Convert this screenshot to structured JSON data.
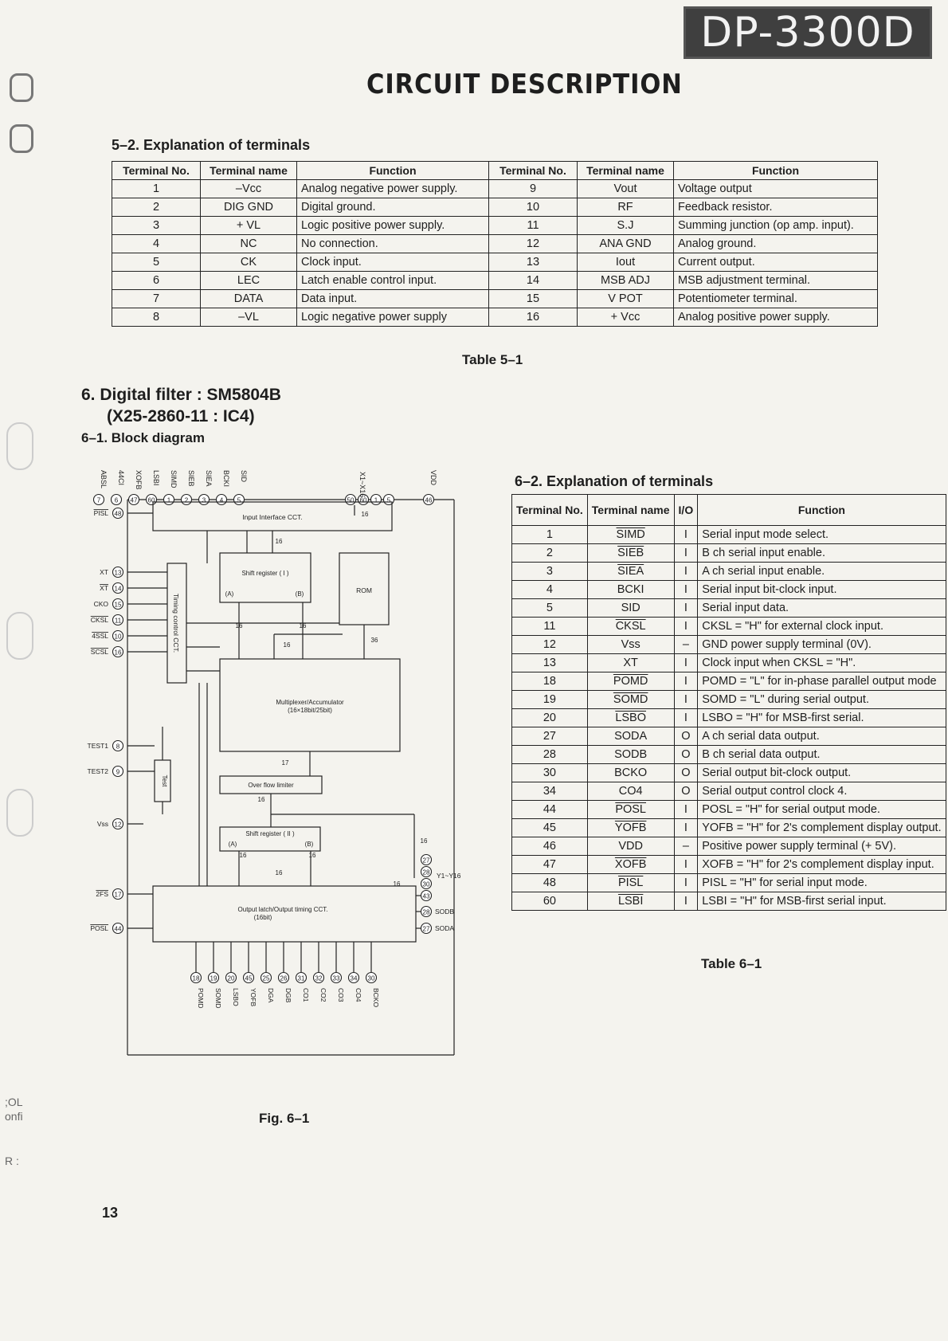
{
  "header": {
    "model": "DP-3300D",
    "title": "CIRCUIT DESCRIPTION"
  },
  "section_5_2": {
    "heading": "5–2. Explanation of terminals",
    "columns": [
      "Terminal No.",
      "Terminal name",
      "Function",
      "Terminal No.",
      "Terminal name",
      "Function"
    ],
    "rows": [
      [
        "1",
        "–Vcc",
        "Analog negative power supply.",
        "9",
        "Vout",
        "Voltage output"
      ],
      [
        "2",
        "DIG GND",
        "Digital ground.",
        "10",
        "RF",
        "Feedback resistor."
      ],
      [
        "3",
        "+ VL",
        "Logic positive power supply.",
        "11",
        "S.J",
        "Summing junction (op amp. input)."
      ],
      [
        "4",
        "NC",
        "No connection.",
        "12",
        "ANA GND",
        "Analog ground."
      ],
      [
        "5",
        "CK",
        "Clock input.",
        "13",
        "Iout",
        "Current output."
      ],
      [
        "6",
        "LEC",
        "Latch enable control input.",
        "14",
        "MSB ADJ",
        "MSB adjustment terminal."
      ],
      [
        "7",
        "DATA",
        "Data input.",
        "15",
        "V POT",
        "Potentiometer terminal."
      ],
      [
        "8",
        "–VL",
        "Logic negative power supply",
        "16",
        "+ Vcc",
        "Analog positive power supply."
      ]
    ],
    "caption": "Table 5–1"
  },
  "section_6": {
    "heading_line1": "6. Digital filter : SM5804B",
    "heading_line2": "(X25-2860-11 : IC4)",
    "sub_heading": "6–1. Block diagram",
    "figure_caption": "Fig. 6–1"
  },
  "diagram": {
    "top_pins": [
      {
        "name": "ABSL",
        "num": "7"
      },
      {
        "name": "44CI",
        "num": "6"
      },
      {
        "name": "XOFB",
        "num": "47"
      },
      {
        "name": "LSBI",
        "num": "60"
      },
      {
        "name": "SIMD",
        "num": "1"
      },
      {
        "name": "SIEB",
        "num": "2"
      },
      {
        "name": "SIEA",
        "num": "3"
      },
      {
        "name": "BCKI",
        "num": "4"
      },
      {
        "name": "SID",
        "num": "5"
      }
    ],
    "top_bus": {
      "name": "X1~X16",
      "num_a": "50",
      "num_b": "60",
      "num_c": "1",
      "num_d": "5",
      "width": "16"
    },
    "vdd": {
      "name": "VDD",
      "num": "46"
    },
    "left_pins": [
      {
        "name": "PISL",
        "num": "48",
        "over": true
      },
      {
        "name": "XT",
        "num": "13",
        "over": false
      },
      {
        "name": "XT",
        "num": "14",
        "over": true
      },
      {
        "name": "CKO",
        "num": "15",
        "over": false
      },
      {
        "name": "CKSL",
        "num": "11",
        "over": true
      },
      {
        "name": "4SSL",
        "num": "10",
        "over": true
      },
      {
        "name": "SCSL",
        "num": "16",
        "over": true
      },
      {
        "name": "TEST1",
        "num": "8",
        "over": false
      },
      {
        "name": "TEST2",
        "num": "9",
        "over": false
      },
      {
        "name": "Vss",
        "num": "12",
        "over": false
      },
      {
        "name": "2FS",
        "num": "17",
        "over": true
      },
      {
        "name": "POSL",
        "num": "44",
        "over": true
      }
    ],
    "blocks": {
      "input": "Input Interface CCT.",
      "timing": "Timing control CCT.",
      "shift1": "Shift register ( I )",
      "shift1_a": "(A)",
      "shift1_b": "(B)",
      "rom": "ROM",
      "mult_line1": "Multiplexer/Accumulator",
      "mult_line2": "(16×18bit/25bit)",
      "test": "Test",
      "overflow": "Over flow limiter",
      "shift2": "Shift register ( II )",
      "shift2_a": "(A)",
      "shift2_b": "(B)",
      "output_line1": "Output latch/Output timing CCT.",
      "output_line2": "(16bit)"
    },
    "bus_labels": [
      "16",
      "16",
      "16",
      "16",
      "36",
      "17",
      "16",
      "16",
      "16",
      "16",
      "16",
      "16"
    ],
    "right_pins": [
      {
        "name": "",
        "num": "27"
      },
      {
        "name": "",
        "num": "28"
      },
      {
        "name": "",
        "num": "30"
      },
      {
        "name": "",
        "num": "43"
      },
      {
        "name": "SODB",
        "num": "28"
      },
      {
        "name": "SODA",
        "num": "27"
      }
    ],
    "y_bus": "Y1~Y16",
    "bottom_pins": [
      {
        "name": "POMD",
        "num": "18"
      },
      {
        "name": "SOMD",
        "num": "19"
      },
      {
        "name": "LSBO",
        "num": "20"
      },
      {
        "name": "YOFB",
        "num": "45"
      },
      {
        "name": "DGA",
        "num": "25"
      },
      {
        "name": "DGB",
        "num": "26"
      },
      {
        "name": "CO1",
        "num": "31"
      },
      {
        "name": "CO2",
        "num": "32"
      },
      {
        "name": "CO3",
        "num": "33"
      },
      {
        "name": "CO4",
        "num": "34"
      },
      {
        "name": "BCKO",
        "num": "30"
      }
    ]
  },
  "section_6_2": {
    "heading": "6–2. Explanation of terminals",
    "columns": [
      "Terminal No.",
      "Terminal name",
      "I/O",
      "Function"
    ],
    "rows": [
      [
        "1",
        "SIMD",
        "I",
        "Serial input mode select."
      ],
      [
        "2",
        "SIEB",
        "I",
        "B ch serial input enable."
      ],
      [
        "3",
        "SIEA",
        "I",
        "A ch serial input enable."
      ],
      [
        "4",
        "BCKI",
        "I",
        "Serial input bit-clock input."
      ],
      [
        "5",
        "SID",
        "I",
        "Serial input data."
      ],
      [
        "11",
        "CKSL",
        "I",
        "CKSL = \"H\" for external clock input."
      ],
      [
        "12",
        "Vss",
        "–",
        "GND power supply terminal (0V)."
      ],
      [
        "13",
        "XT",
        "I",
        "Clock input when CKSL = \"H\"."
      ],
      [
        "18",
        "POMD",
        "I",
        "POMD = \"L\" for in-phase parallel output mode"
      ],
      [
        "19",
        "SOMD",
        "I",
        "SOMD = \"L\" during serial output."
      ],
      [
        "20",
        "LSBO",
        "I",
        "LSBO = \"H\" for MSB-first serial."
      ],
      [
        "27",
        "SODA",
        "O",
        "A ch serial data output."
      ],
      [
        "28",
        "SODB",
        "O",
        "B ch serial data output."
      ],
      [
        "30",
        "BCKO",
        "O",
        "Serial output bit-clock output."
      ],
      [
        "34",
        "CO4",
        "O",
        "Serial output control clock 4."
      ],
      [
        "44",
        "POSL",
        "I",
        "POSL = \"H\" for serial output mode."
      ],
      [
        "45",
        "YOFB",
        "I",
        "YOFB = \"H\" for 2's complement display output."
      ],
      [
        "46",
        "VDD",
        "–",
        "Positive power supply terminal (+ 5V)."
      ],
      [
        "47",
        "XOFB",
        "I",
        "XOFB = \"H\" for 2's complement display input."
      ],
      [
        "48",
        "PISL",
        "I",
        "PISL = \"H\" for serial input mode."
      ],
      [
        "60",
        "LSBI",
        "I",
        "LSBI = \"H\" for MSB-first serial input."
      ]
    ],
    "caption": "Table 6–1"
  },
  "margin_fragments": [
    ";OL",
    "onfi",
    "R :"
  ],
  "page_number": "13"
}
